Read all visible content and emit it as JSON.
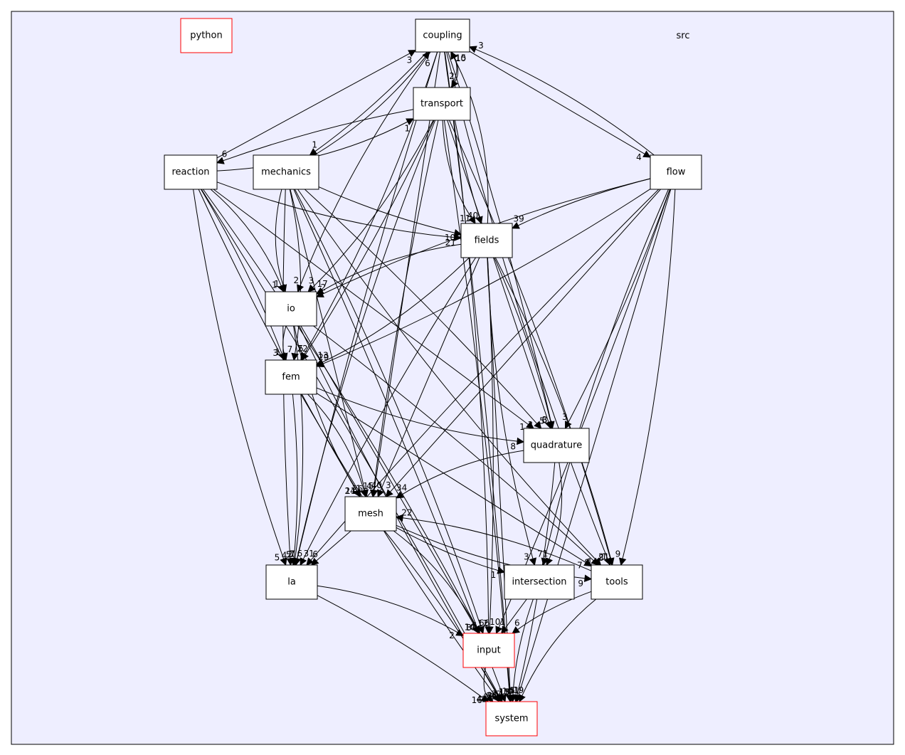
{
  "cluster": {
    "label": "src"
  },
  "colors": {
    "background": "#eeeeff",
    "border_default": "#000000",
    "border_external": "#ff0000"
  },
  "nodes": {
    "python": {
      "label": "python",
      "border": "red"
    },
    "coupling": {
      "label": "coupling",
      "border": "black"
    },
    "transport": {
      "label": "transport",
      "border": "black"
    },
    "reaction": {
      "label": "reaction",
      "border": "black"
    },
    "mechanics": {
      "label": "mechanics",
      "border": "black"
    },
    "flow": {
      "label": "flow",
      "border": "black"
    },
    "fields": {
      "label": "fields",
      "border": "black"
    },
    "io": {
      "label": "io",
      "border": "black"
    },
    "fem": {
      "label": "fem",
      "border": "black"
    },
    "quadrature": {
      "label": "quadrature",
      "border": "black"
    },
    "mesh": {
      "label": "mesh",
      "border": "black"
    },
    "la": {
      "label": "la",
      "border": "black"
    },
    "intersection": {
      "label": "intersection",
      "border": "black"
    },
    "tools": {
      "label": "tools",
      "border": "black"
    },
    "input": {
      "label": "input",
      "border": "red"
    },
    "system": {
      "label": "system",
      "border": "red"
    }
  },
  "edges": [
    {
      "from": "coupling",
      "to": "transport",
      "label": "2"
    },
    {
      "from": "coupling",
      "to": "mechanics",
      "label": "1"
    },
    {
      "from": "coupling",
      "to": "flow",
      "label": "4"
    },
    {
      "from": "coupling",
      "to": "fields",
      "label": "40"
    },
    {
      "from": "coupling",
      "to": "io",
      "label": "2"
    },
    {
      "from": "coupling",
      "to": "fem",
      "label": "5"
    },
    {
      "from": "coupling",
      "to": "quadrature",
      "label": "3"
    },
    {
      "from": "coupling",
      "to": "mesh",
      "label": "4"
    },
    {
      "from": "coupling",
      "to": "la",
      "label": "1"
    },
    {
      "from": "coupling",
      "to": "tools",
      "label": "8"
    },
    {
      "from": "coupling",
      "to": "input",
      "label": "12"
    },
    {
      "from": "coupling",
      "to": "system",
      "label": "13"
    },
    {
      "from": "transport",
      "to": "coupling",
      "label": "15"
    },
    {
      "from": "transport",
      "to": "reaction",
      "label": "6"
    },
    {
      "from": "transport",
      "to": "fields",
      "label": "11"
    },
    {
      "from": "transport",
      "to": "io",
      "label": "3"
    },
    {
      "from": "transport",
      "to": "fem",
      "label": "22"
    },
    {
      "from": "transport",
      "to": "quadrature",
      "label": "5"
    },
    {
      "from": "transport",
      "to": "mesh",
      "label": "15"
    },
    {
      "from": "transport",
      "to": "la",
      "label": "7"
    },
    {
      "from": "transport",
      "to": "tools",
      "label": "21"
    },
    {
      "from": "transport",
      "to": "system",
      "label": "11"
    },
    {
      "from": "reaction",
      "to": "coupling",
      "label": "3"
    },
    {
      "from": "reaction",
      "to": "transport",
      "label": "1"
    },
    {
      "from": "reaction",
      "to": "fields",
      "label": "21"
    },
    {
      "from": "reaction",
      "to": "io",
      "label": "1"
    },
    {
      "from": "reaction",
      "to": "fem",
      "label": "3"
    },
    {
      "from": "reaction",
      "to": "quadrature",
      "label": "1"
    },
    {
      "from": "reaction",
      "to": "mesh",
      "label": "11"
    },
    {
      "from": "reaction",
      "to": "la",
      "label": "5"
    },
    {
      "from": "reaction",
      "to": "input",
      "label": "10"
    },
    {
      "from": "reaction",
      "to": "system",
      "label": "30"
    },
    {
      "from": "mechanics",
      "to": "coupling",
      "label": "6"
    },
    {
      "from": "mechanics",
      "to": "fields",
      "label": "10"
    },
    {
      "from": "mechanics",
      "to": "io",
      "label": "1"
    },
    {
      "from": "mechanics",
      "to": "fem",
      "label": "7"
    },
    {
      "from": "mechanics",
      "to": "quadrature",
      "label": "3"
    },
    {
      "from": "mechanics",
      "to": "mesh",
      "label": "1"
    },
    {
      "from": "mechanics",
      "to": "la",
      "label": "4"
    },
    {
      "from": "mechanics",
      "to": "tools",
      "label": "1"
    },
    {
      "from": "mechanics",
      "to": "input",
      "label": "5"
    },
    {
      "from": "mechanics",
      "to": "system",
      "label": "37"
    },
    {
      "from": "flow",
      "to": "coupling",
      "label": "3"
    },
    {
      "from": "flow",
      "to": "fields",
      "label": "39"
    },
    {
      "from": "flow",
      "to": "io",
      "label": "2"
    },
    {
      "from": "flow",
      "to": "fem",
      "label": "29"
    },
    {
      "from": "flow",
      "to": "quadrature",
      "label": "3"
    },
    {
      "from": "flow",
      "to": "mesh",
      "label": "3"
    },
    {
      "from": "flow",
      "to": "la",
      "label": "31"
    },
    {
      "from": "flow",
      "to": "intersection",
      "label": "7"
    },
    {
      "from": "flow",
      "to": "tools",
      "label": "9"
    },
    {
      "from": "flow",
      "to": "input",
      "label": "10"
    },
    {
      "from": "flow",
      "to": "system",
      "label": "41"
    },
    {
      "from": "fields",
      "to": "coupling",
      "label": "10"
    },
    {
      "from": "fields",
      "to": "io",
      "label": "17"
    },
    {
      "from": "fields",
      "to": "fem",
      "label": "13"
    },
    {
      "from": "fields",
      "to": "quadrature",
      "label": "6"
    },
    {
      "from": "fields",
      "to": "mesh",
      "label": "40"
    },
    {
      "from": "fields",
      "to": "la",
      "label": "6"
    },
    {
      "from": "fields",
      "to": "intersection",
      "label": "3"
    },
    {
      "from": "fields",
      "to": "tools",
      "label": "1"
    },
    {
      "from": "fields",
      "to": "input",
      "label": "66"
    },
    {
      "from": "fields",
      "to": "system",
      "label": "15"
    },
    {
      "from": "io",
      "to": "fem",
      "label": "1"
    },
    {
      "from": "io",
      "to": "mesh",
      "label": "24"
    },
    {
      "from": "io",
      "to": "la",
      "label": "2"
    },
    {
      "from": "io",
      "to": "tools",
      "label": "8"
    },
    {
      "from": "io",
      "to": "input",
      "label": "3"
    },
    {
      "from": "io",
      "to": "system",
      "label": "16"
    },
    {
      "from": "fem",
      "to": "quadrature",
      "label": "8"
    },
    {
      "from": "fem",
      "to": "mesh",
      "label": "26"
    },
    {
      "from": "fem",
      "to": "la",
      "label": "5"
    },
    {
      "from": "fem",
      "to": "tools",
      "label": "7"
    },
    {
      "from": "fem",
      "to": "system",
      "label": "26"
    },
    {
      "from": "quadrature",
      "to": "mesh",
      "label": "34"
    },
    {
      "from": "quadrature",
      "to": "intersection",
      "label": "1"
    },
    {
      "from": "quadrature",
      "to": "system",
      "label": "5"
    },
    {
      "from": "mesh",
      "to": "la",
      "label": "6"
    },
    {
      "from": "mesh",
      "to": "intersection",
      "label": "1"
    },
    {
      "from": "mesh",
      "to": "tools",
      "label": "9"
    },
    {
      "from": "mesh",
      "to": "input",
      "label": "14"
    },
    {
      "from": "mesh",
      "to": "system",
      "label": "37"
    },
    {
      "from": "tools",
      "to": "mesh",
      "label": "22"
    },
    {
      "from": "tools",
      "to": "input",
      "label": "6"
    },
    {
      "from": "tools",
      "to": "system",
      "label": "19"
    },
    {
      "from": "la",
      "to": "input",
      "label": "2"
    },
    {
      "from": "la",
      "to": "system",
      "label": "16"
    },
    {
      "from": "intersection",
      "to": "input",
      "label": "1"
    },
    {
      "from": "intersection",
      "to": "system",
      "label": "10"
    },
    {
      "from": "input",
      "to": "system",
      "label": "42"
    }
  ]
}
